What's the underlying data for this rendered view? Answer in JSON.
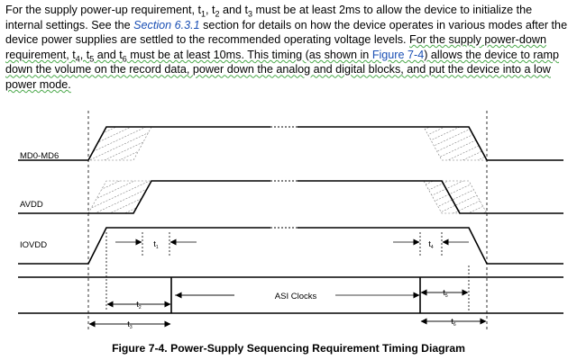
{
  "paragraph": {
    "s1": "For the supply power-up requirement, t",
    "sub1": "1",
    "s2": ", t",
    "sub2": "2",
    "s3": " and t",
    "sub3": "3",
    "s4": " must be at least 2ms to allow the device to initialize the internal settings. See the ",
    "section_link": "Section 6.3.1",
    "s5": " section for details on how the device operates in various modes after the device power supplies are settled to the recommended operating voltage levels. ",
    "u1": "For the supply power-down requirement, t",
    "sub4": "4",
    "u2": ", t",
    "sub5": "5",
    "u3": " and t",
    "sub6": "6",
    "u4": " must be at least 10ms. This timing (as shown in ",
    "figure_link": "Figure 7-4",
    "u5": ") allows the device to ramp down the volume on the record data, power down the analog and digital blocks, and put the device into a low power mode."
  },
  "diagram": {
    "signals": [
      "MD0-MD6",
      "AVDD",
      "IOVDD"
    ],
    "bus_label": "ASI Clocks",
    "timing_labels": [
      "t1",
      "t2",
      "t3",
      "t4",
      "t5",
      "t6"
    ]
  },
  "caption": "Figure 7-4. Power-Supply Sequencing Requirement Timing Diagram"
}
